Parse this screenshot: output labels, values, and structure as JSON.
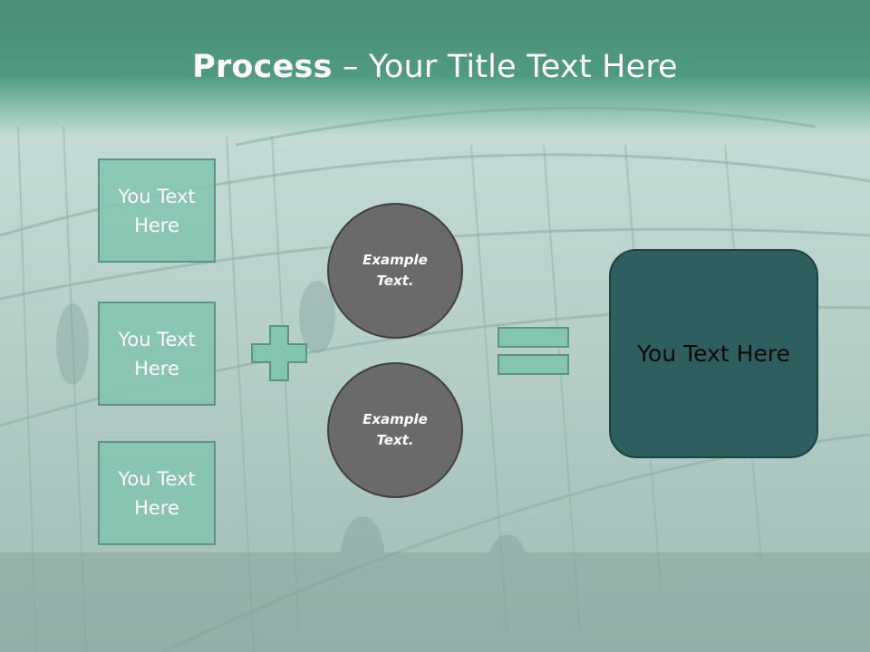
{
  "slide": {
    "title_bold": "Process",
    "title_rest": " – Your Title Text Here"
  },
  "inputs": [
    {
      "label": "You Text Here"
    },
    {
      "label": "You Text Here"
    },
    {
      "label": "You Text Here"
    }
  ],
  "circles": [
    {
      "label": "Example Text."
    },
    {
      "label": "Example Text."
    }
  ],
  "result": {
    "label": "You Text Here"
  },
  "colors": {
    "header": "#4f9a80",
    "box_fill": "#84c4b0",
    "circle_fill": "#6a6a6a",
    "result_fill": "#2e5e5e"
  },
  "icons": {
    "plus": "plus-icon",
    "equals": "equals-icon"
  }
}
